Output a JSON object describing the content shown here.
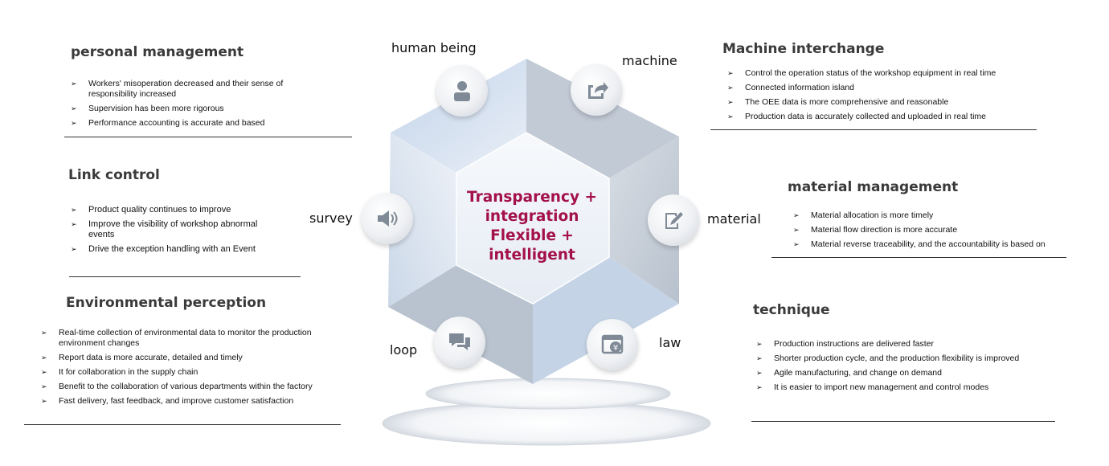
{
  "center": {
    "lines": [
      "Transparency +",
      "integration",
      "Flexible +",
      "intelligent"
    ]
  },
  "nodes": {
    "human": "human being",
    "machine": "machine",
    "survey": "survey",
    "material": "material",
    "loop": "loop",
    "law": "law"
  },
  "icons": {
    "human": "person-icon",
    "machine": "share-icon",
    "survey": "speaker-icon",
    "material": "edit-icon",
    "loop": "chat-icon",
    "law": "yen-window-icon"
  },
  "arrow_glyph": "➢",
  "panels": {
    "personal_management": {
      "title": "personal management",
      "items": [
        "Workers' misoperation decreased and their sense of responsibility increased",
        "Supervision has been more rigorous",
        "Performance accounting is accurate and based"
      ]
    },
    "link_control": {
      "title": "Link control",
      "items": [
        "Product quality continues to improve",
        "Improve the visibility of workshop abnormal events",
        "Drive the exception handling with an Event"
      ]
    },
    "environmental_perception": {
      "title": "Environmental perception",
      "items": [
        "Real-time collection of environmental data to monitor the production environment changes",
        "Report data is more accurate, detailed and timely",
        "It for collaboration in the supply chain",
        "Benefit to the collaboration of various departments within the factory",
        "Fast delivery, fast feedback, and improve customer satisfaction"
      ]
    },
    "machine_interchange": {
      "title": "Machine interchange",
      "items": [
        "Control the operation status of the workshop equipment in real time",
        "Connected information island",
        "The OEE data is more comprehensive and reasonable",
        "Production data is accurately collected and uploaded in real time"
      ]
    },
    "material_management": {
      "title": "material management",
      "items": [
        "Material allocation is more timely",
        "Material flow direction is more accurate",
        "Material reverse traceability, and the accountability is based on"
      ]
    },
    "technique": {
      "title": "technique",
      "items": [
        "Production instructions are delivered faster",
        "Shorter production cycle, and the production flexibility is improved",
        "Agile manufacturing, and change on demand",
        "It is easier to import new management and control modes"
      ]
    }
  },
  "colors": {
    "accent": "#a3104a",
    "hex_light": "#dfe7f2",
    "hex_mid": "#c9d3df",
    "hex_dark": "#b4bfcc"
  }
}
